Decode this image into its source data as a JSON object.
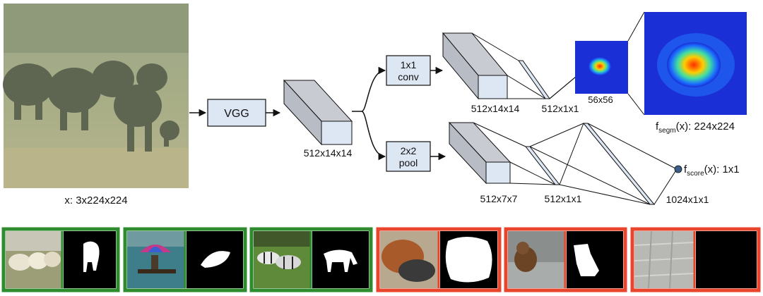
{
  "input": {
    "label": "x: 3x224x224"
  },
  "vgg": {
    "label": "VGG"
  },
  "trunk": {
    "feature_label": "512x14x14"
  },
  "segm_branch": {
    "op_line1": "1x1",
    "op_line2": "conv",
    "feature_label": "512x14x14",
    "vector_label": "512x1x1",
    "small_map_label": "56x56",
    "output_main": "f",
    "output_sub": "segm",
    "output_rest": "(x): 224x224"
  },
  "score_branch": {
    "op_line1": "2x2",
    "op_line2": "pool",
    "feature_label": "512x7x7",
    "vector1_label": "512x1x1",
    "vector2_label": "1024x1x1",
    "output_main": "f",
    "output_sub": "score",
    "output_rest": "(x): 1x1"
  },
  "colors": {
    "positive": "#2e8b2e",
    "negative": "#e8452c",
    "box_fill": "#dde6f3",
    "box_side": "#b8bcc4",
    "box_top": "#c8cbd2",
    "heat_bg": "#1a2fd6",
    "node": "#3b5e85"
  },
  "examples": [
    {
      "kind": "positive",
      "icon": "sheep-image"
    },
    {
      "kind": "positive",
      "icon": "boat-umbrella-image"
    },
    {
      "kind": "positive",
      "icon": "zebra-image"
    },
    {
      "kind": "negative",
      "icon": "bags-image"
    },
    {
      "kind": "negative",
      "icon": "bear-image"
    },
    {
      "kind": "negative",
      "icon": "pavement-image"
    }
  ]
}
